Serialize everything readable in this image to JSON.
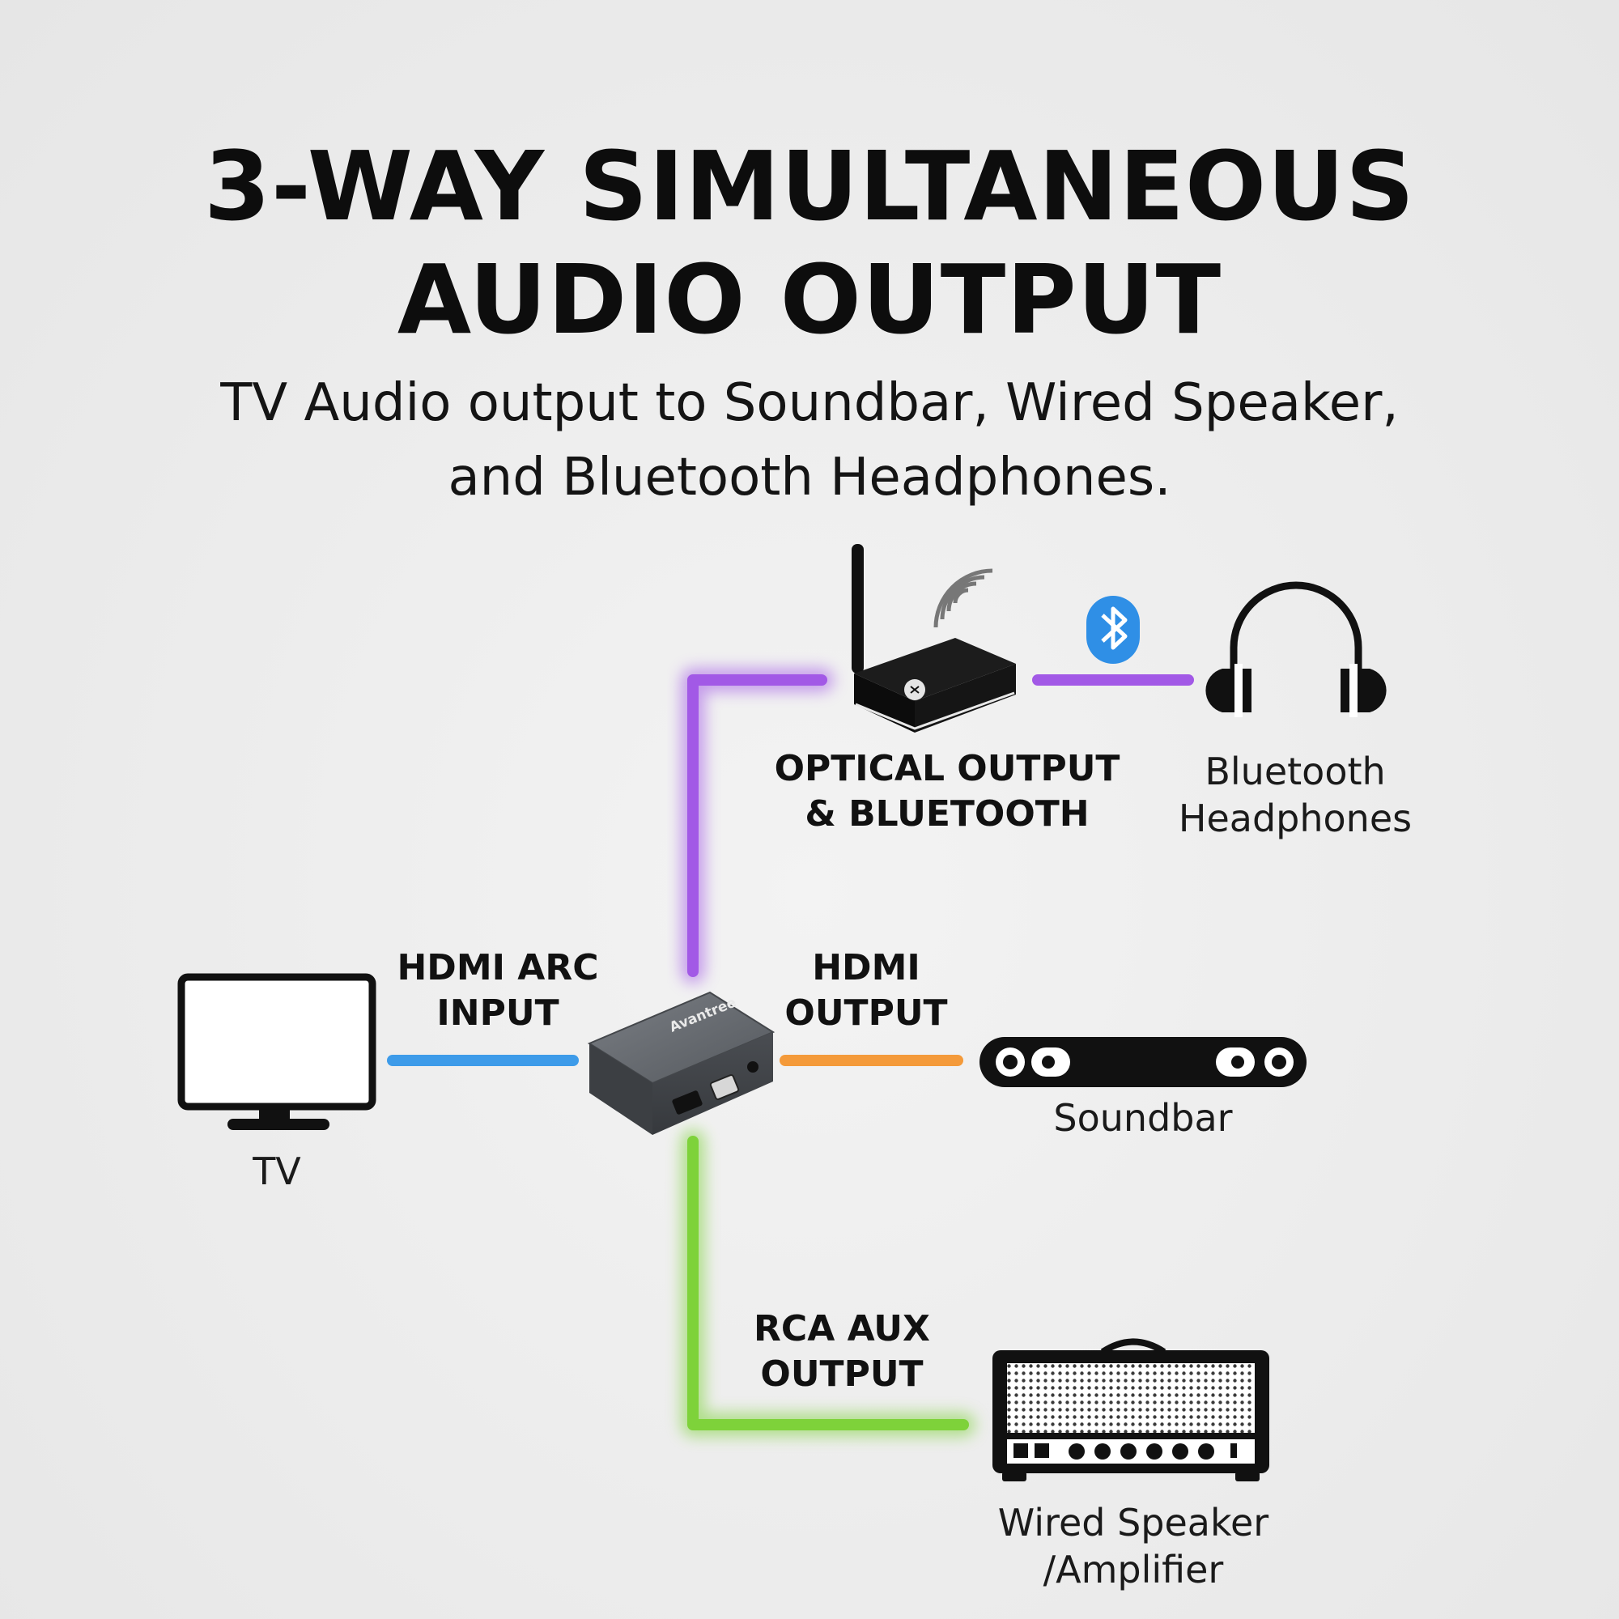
{
  "header": {
    "title_line1": "3-WAY SIMULTANEOUS",
    "title_line2": "AUDIO OUTPUT",
    "subtitle_line1": "TV Audio output to Soundbar, Wired Speaker,",
    "subtitle_line2": "and Bluetooth Headphones."
  },
  "nodes": {
    "tv": {
      "label": "TV"
    },
    "splitter": {
      "brand": "Avantree"
    },
    "transmitter": {
      "label_line1": "OPTICAL OUTPUT",
      "label_line2": "& BLUETOOTH"
    },
    "headphones": {
      "label_line1": "Bluetooth",
      "label_line2": "Headphones"
    },
    "soundbar": {
      "label": "Soundbar"
    },
    "amplifier": {
      "label_line1": "Wired Speaker",
      "label_line2": "/Amplifier"
    }
  },
  "connections": {
    "hdmi_arc_input": {
      "label_line1": "HDMI ARC",
      "label_line2": "INPUT",
      "color": "#3d9be9"
    },
    "hdmi_output": {
      "label_line1": "HDMI",
      "label_line2": "OUTPUT",
      "color": "#f49a3a"
    },
    "rca_aux_output": {
      "label_line1": "RCA AUX",
      "label_line2": "OUTPUT",
      "color": "#7ed23a"
    },
    "optical_bluetooth": {
      "color": "#a259e6"
    },
    "bluetooth_link": {
      "color": "#a259e6"
    }
  },
  "colors": {
    "bluetooth_badge": "#2f8fe6",
    "device_gray": "#5d6166",
    "icon_black": "#111111"
  }
}
